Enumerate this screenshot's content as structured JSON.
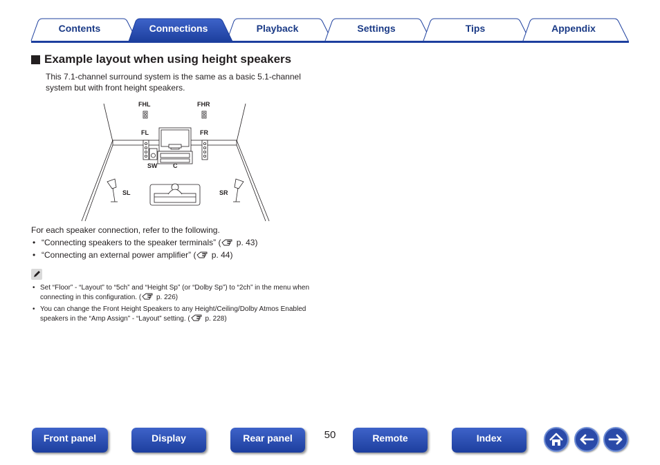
{
  "tabs": [
    {
      "label": "Contents",
      "active": false
    },
    {
      "label": "Connections",
      "active": true
    },
    {
      "label": "Playback",
      "active": false
    },
    {
      "label": "Settings",
      "active": false
    },
    {
      "label": "Tips",
      "active": false
    },
    {
      "label": "Appendix",
      "active": false
    }
  ],
  "section": {
    "title": "Example layout when using height speakers",
    "intro": "This 7.1-channel surround system is the same as a basic 5.1-channel system but with front height speakers."
  },
  "diagram": {
    "labels": {
      "fhl": "FHL",
      "fhr": "FHR",
      "fl": "FL",
      "fr": "FR",
      "sw": "SW",
      "c": "C",
      "sl": "SL",
      "sr": "SR"
    }
  },
  "refer": {
    "intro": "For each speaker connection, refer to the following.",
    "items": [
      {
        "text": "“Connecting speakers to the speaker terminals” (",
        "page": " p. 43)"
      },
      {
        "text": "“Connecting an external power amplifier” (",
        "page": " p. 44)"
      }
    ]
  },
  "notes": [
    {
      "text": "Set “Floor” - “Layout” to “5ch” and “Height Sp” (or “Dolby Sp”) to “2ch” in the menu when connecting in this configuration.  (",
      "page": " p. 226)"
    },
    {
      "text": "You can change the Front Height Speakers to any Height/Ceiling/Dolby Atmos Enabled speakers in the “Amp Assign” - “Layout” setting.  (",
      "page": " p. 228)"
    }
  ],
  "footer": {
    "page_number": "50",
    "buttons": {
      "front_panel": "Front panel",
      "display": "Display",
      "rear_panel": "Rear panel",
      "remote": "Remote",
      "index": "Index"
    }
  },
  "colors": {
    "accent": "#1d3f9e",
    "tab_text": "#1a3a86",
    "tab_fill": "#ffffff"
  },
  "icons": [
    "pencil-icon",
    "reference-hand-icon",
    "home-icon",
    "back-arrow-icon",
    "forward-arrow-icon"
  ]
}
